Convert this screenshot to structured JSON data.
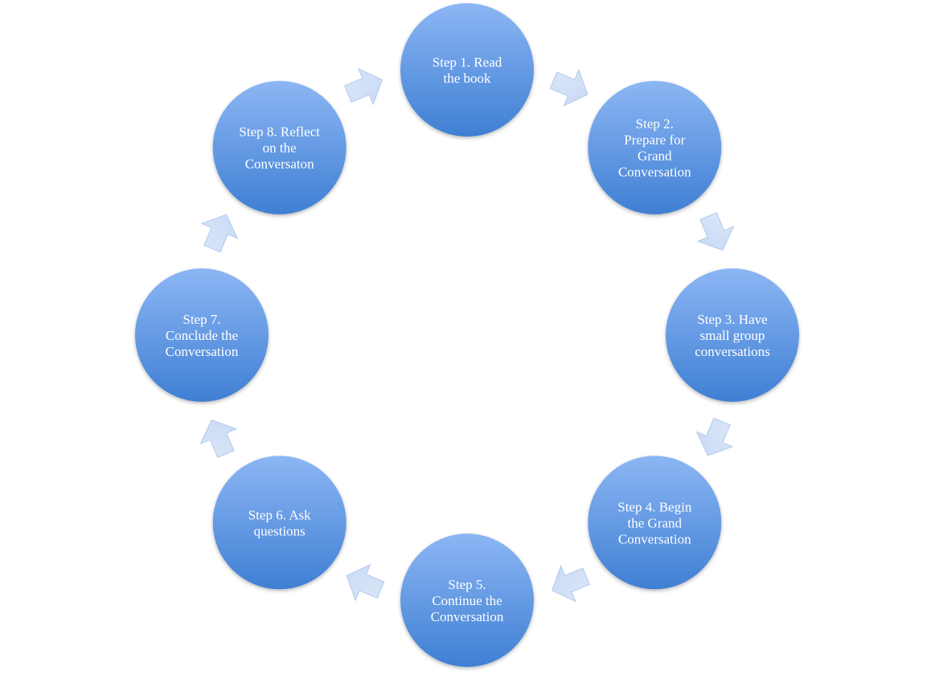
{
  "diagram": {
    "type": "cycle",
    "direction": "clockwise",
    "steps": [
      {
        "label_lines": [
          "Step 1. Read",
          "the book"
        ]
      },
      {
        "label_lines": [
          "Step 2.",
          "Prepare for",
          "Grand",
          "Conversation"
        ]
      },
      {
        "label_lines": [
          "Step 3. Have",
          "small group",
          "conversations"
        ]
      },
      {
        "label_lines": [
          "Step 4. Begin",
          "the Grand",
          "Conversation"
        ]
      },
      {
        "label_lines": [
          "Step 5.",
          "Continue the",
          "Conversation"
        ]
      },
      {
        "label_lines": [
          "Step 6. Ask",
          "questions"
        ]
      },
      {
        "label_lines": [
          "Step 7.",
          "Conclude the",
          "Conversation"
        ]
      },
      {
        "label_lines": [
          "Step 8. Reflect",
          "on the",
          "Conversaton"
        ]
      }
    ],
    "colors": {
      "node_top": "#8cb6f4",
      "node_bottom": "#3f7fd3",
      "arrow_fill": "#c6d8f4",
      "arrow_stroke": "#aec7ee",
      "label_text": "#ffffff"
    }
  }
}
